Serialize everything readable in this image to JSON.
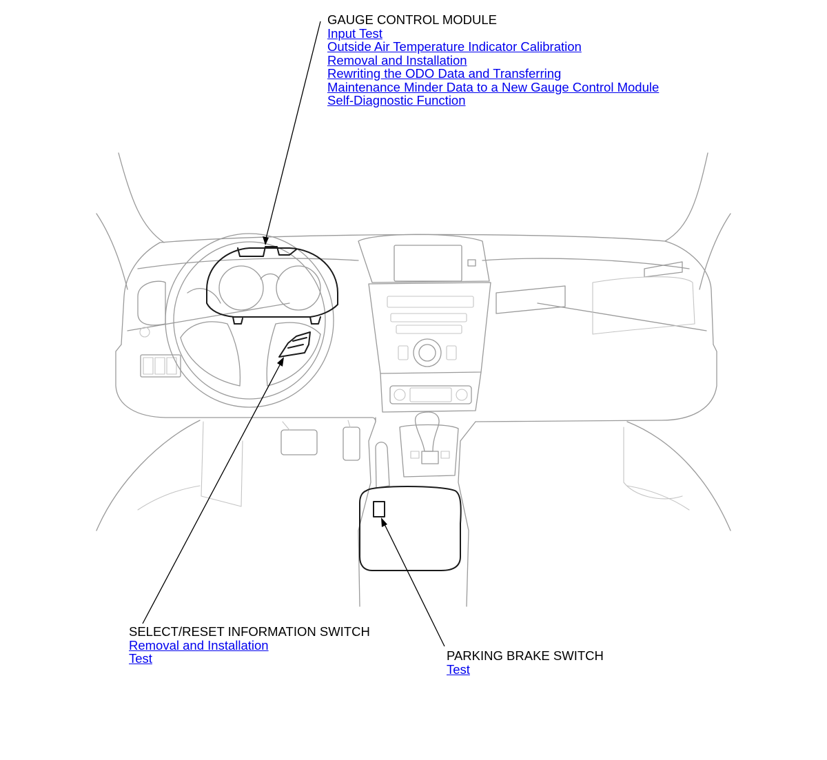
{
  "callouts": {
    "gauge_control_module": {
      "title": "GAUGE CONTROL MODULE",
      "links": [
        "Input Test",
        "Outside Air Temperature Indicator Calibration",
        "Removal and Installation",
        "Rewriting the ODO Data and Transferring",
        "Maintenance Minder Data to a New Gauge Control Module",
        "Self-Diagnostic Function"
      ]
    },
    "select_reset_switch": {
      "title": "SELECT/RESET INFORMATION SWITCH",
      "links": [
        "Removal and Installation",
        "Test"
      ]
    },
    "parking_brake_switch": {
      "title": "PARKING BRAKE SWITCH",
      "links": [
        "Test"
      ]
    }
  },
  "colors": {
    "link": "#0000ee",
    "text": "#000000",
    "drawing_line": "#9a9a9a",
    "highlight_line": "#1a1a1a"
  }
}
